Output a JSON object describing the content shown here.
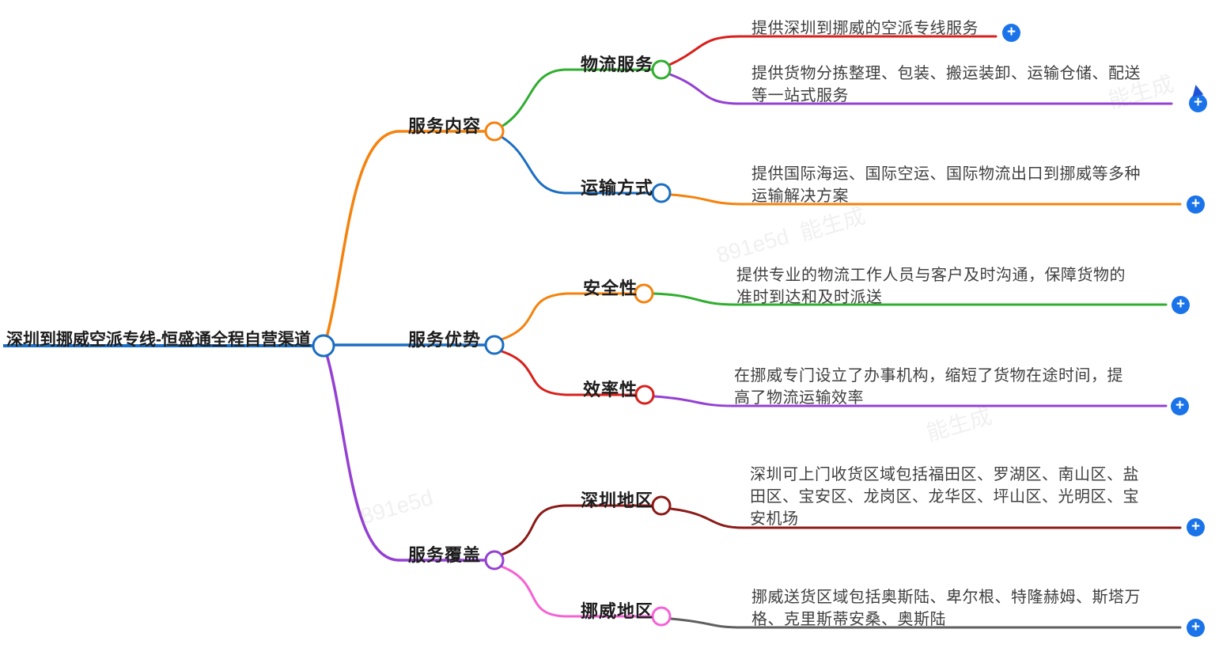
{
  "root": {
    "label": "深圳到挪威空派专线-恒盛通全程自营渠道"
  },
  "branches": [
    {
      "label": "服务内容",
      "children": [
        {
          "label": "物流服务",
          "leaves": [
            {
              "text": "提供深圳到挪威的空派专线服务"
            },
            {
              "text": "提供货物分拣整理、包装、搬运装卸、运输仓储、配送等一站式服务"
            }
          ]
        },
        {
          "label": "运输方式",
          "leaves": [
            {
              "text": "提供国际海运、国际空运、国际物流出口到挪威等多种运输解决方案"
            }
          ]
        }
      ]
    },
    {
      "label": "服务优势",
      "children": [
        {
          "label": "安全性",
          "leaves": [
            {
              "text": "提供专业的物流工作人员与客户及时沟通，保障货物的准时到达和及时派送"
            }
          ]
        },
        {
          "label": "效率性",
          "leaves": [
            {
              "text": "在挪威专门设立了办事机构，缩短了货物在途时间，提高了物流运输效率"
            }
          ]
        }
      ]
    },
    {
      "label": "服务覆盖",
      "children": [
        {
          "label": "深圳地区",
          "leaves": [
            {
              "text": "深圳可上门收货区域包括福田区、罗湖区、南山区、盐田区、宝安区、龙岗区、龙华区、坪山区、光明区、宝安机场"
            }
          ]
        },
        {
          "label": "挪威地区",
          "leaves": [
            {
              "text": "挪威送货区域包括奥斯陆、卑尔根、特隆赫姆、斯塔万格、克里斯蒂安桑、奥斯陆"
            }
          ]
        }
      ]
    }
  ],
  "colors": {
    "blue": "#1b6ec2",
    "orange": "#f5820d",
    "green": "#2fae2f",
    "red": "#d8201c",
    "purple": "#9440d3",
    "maroon": "#8b1a17",
    "pink": "#f661d5",
    "gray": "#5f5f5f",
    "plus_blue": "#1a73e8"
  },
  "plus_label": "+",
  "watermark": [
    "891e5d",
    "能生成"
  ]
}
